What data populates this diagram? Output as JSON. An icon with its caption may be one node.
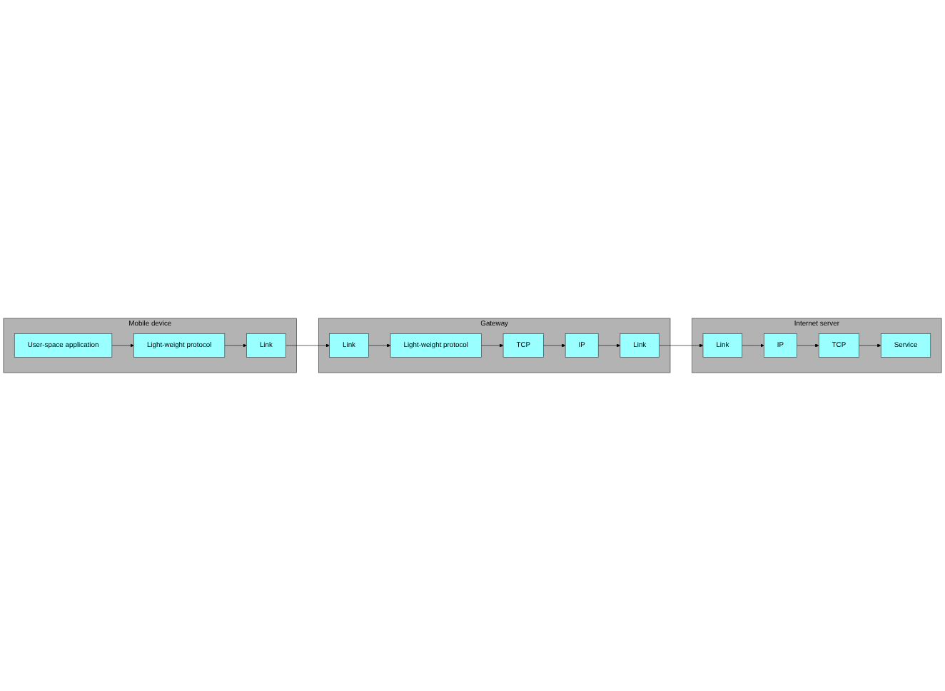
{
  "diagram": {
    "nodes": [
      {
        "text": [
          "Mobile device"
        ]
      },
      {
        "text": [
          "User-space application"
        ],
        "in": 0
      },
      {
        "text": [
          "Light-weight protocol"
        ],
        "in": 0
      },
      {
        "text": [
          "Link"
        ],
        "in": 0
      },
      {
        "text": [
          "Gateway"
        ]
      },
      {
        "text": [
          "Light-weight protocol"
        ],
        "in": 4
      },
      {
        "text": [
          "TCP"
        ],
        "in": 4
      },
      {
        "text": [
          "IP"
        ],
        "in": 4
      },
      {
        "text": [
          "Link"
        ],
        "in": 4
      },
      {
        "text": [
          "Link"
        ],
        "in": 4
      },
      {
        "text": [
          "Internet server"
        ]
      },
      {
        "text": [
          "Service"
        ],
        "in": 10
      },
      {
        "text": [
          "TCP"
        ],
        "in": 10
      },
      {
        "text": [
          "IP"
        ],
        "in": 10
      },
      {
        "text": [
          "Link"
        ],
        "in": 10
      }
    ],
    "edges": [
      {
        "from": 1,
        "to": 2,
        "arrow": "to"
      },
      {
        "from": 2,
        "to": 3,
        "arrow": "to"
      },
      {
        "from": 3,
        "to": 8,
        "arrow": "to"
      },
      {
        "from": 8,
        "to": 5,
        "arrow": "to"
      },
      {
        "from": 5,
        "to": 6,
        "arrow": "to"
      },
      {
        "from": 6,
        "to": 7,
        "arrow": "to"
      },
      {
        "from": 7,
        "to": 9,
        "arrow": "to"
      },
      {
        "from": 9,
        "to": 14,
        "arrow": "to"
      },
      {
        "from": 14,
        "to": 13,
        "arrow": "to"
      },
      {
        "from": 13,
        "to": 12,
        "arrow": "to"
      },
      {
        "from": 12,
        "to": 11,
        "arrow": "to"
      }
    ]
  }
}
